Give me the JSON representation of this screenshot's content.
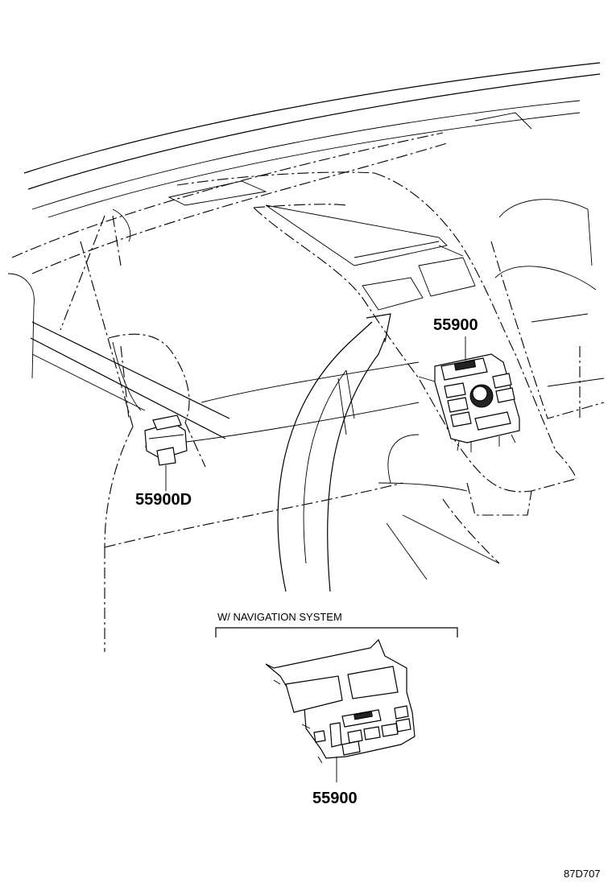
{
  "labels": {
    "part_main": "55900",
    "part_side": "55900D",
    "part_nav": "55900",
    "nav_variant": "W/ NAVIGATION SYSTEM",
    "diagram_code": "87D707"
  }
}
